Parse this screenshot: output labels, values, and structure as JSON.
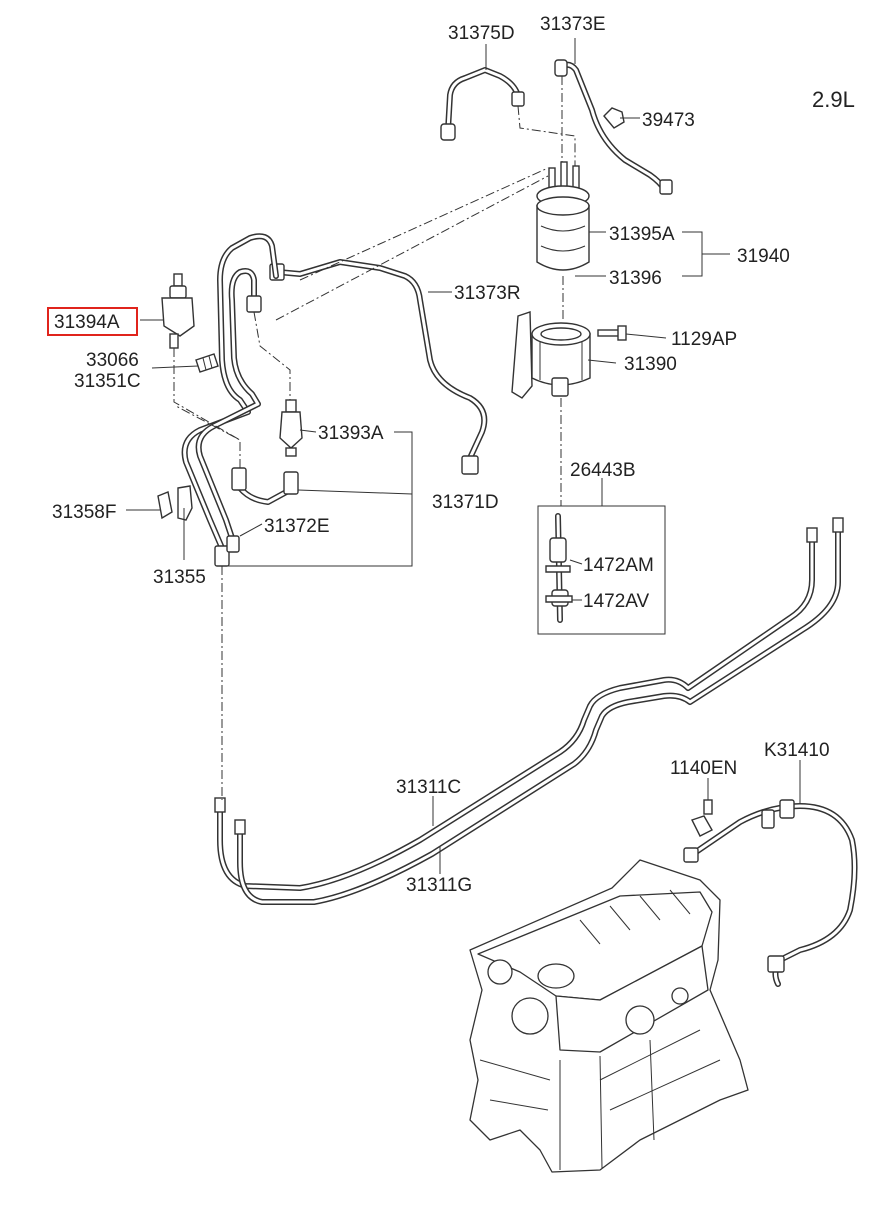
{
  "engine_variant": "2.9L",
  "highlight_color": "#e0241c",
  "labels": {
    "p31375D": "31375D",
    "p31373E": "31373E",
    "p39473": "39473",
    "p31395A": "31395A",
    "p31940": "31940",
    "p31396": "31396",
    "p31373R": "31373R",
    "p31394A": "31394A",
    "p1129AP": "1129AP",
    "p33066": "33066",
    "p31351C": "31351C",
    "p31390": "31390",
    "p31393A": "31393A",
    "p26443B": "26443B",
    "p31358F": "31358F",
    "p31371D": "31371D",
    "p31372E": "31372E",
    "p1472AM": "1472AM",
    "p31355": "31355",
    "p1472AV": "1472AV",
    "p1140EN": "1140EN",
    "pK31410": "K31410",
    "p31311C": "31311C",
    "p31311G": "31311G"
  }
}
